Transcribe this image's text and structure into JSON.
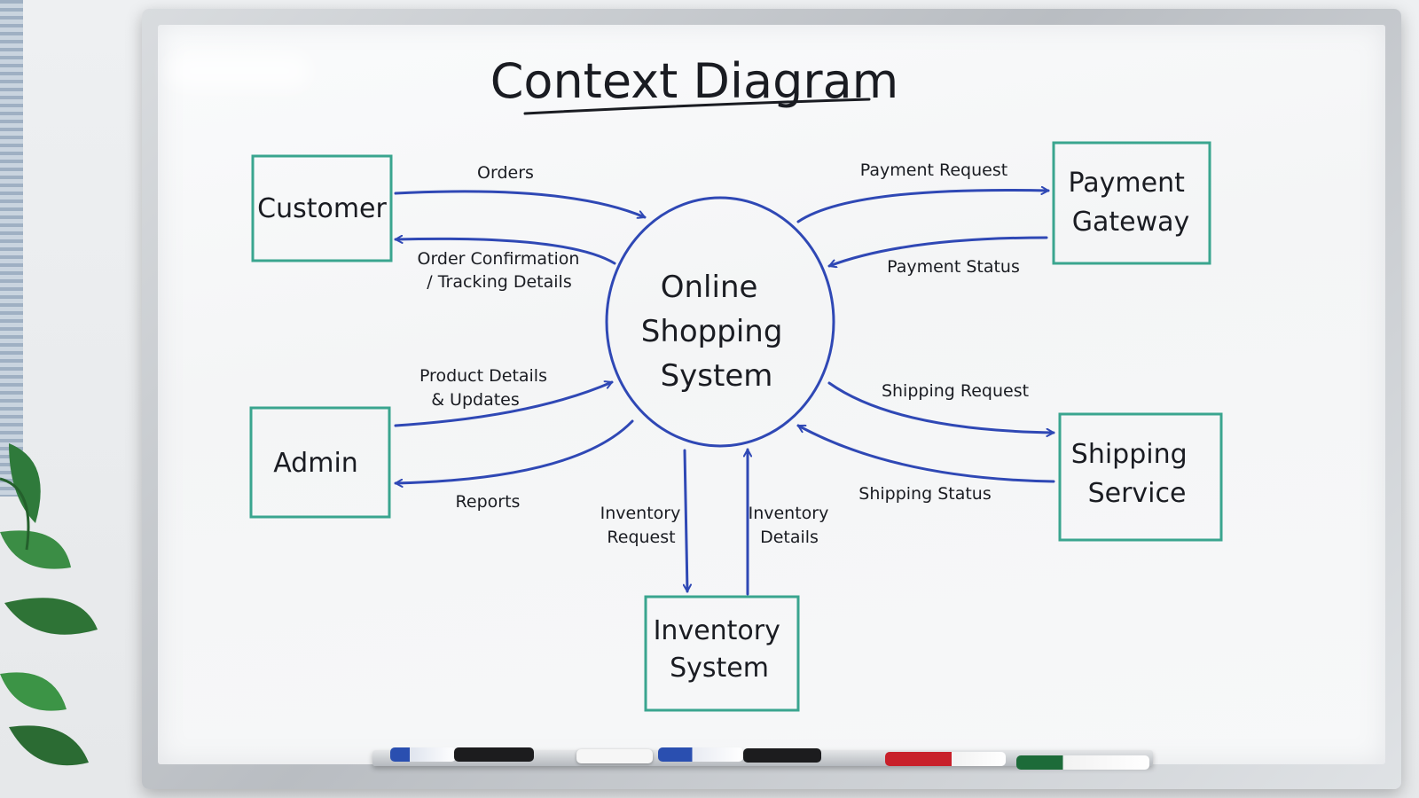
{
  "title": "Context Diagram",
  "center": {
    "lines": [
      "Online",
      "Shopping",
      "System"
    ]
  },
  "entities": {
    "customer": {
      "lines": [
        "Customer"
      ]
    },
    "payment_gateway": {
      "lines": [
        "Payment",
        "Gateway"
      ]
    },
    "admin": {
      "lines": [
        "Admin"
      ]
    },
    "shipping_service": {
      "lines": [
        "Shipping",
        "Service"
      ]
    },
    "inventory_system": {
      "lines": [
        "Inventory",
        "System"
      ]
    }
  },
  "flows": {
    "orders": {
      "lines": [
        "Orders"
      ]
    },
    "order_confirmation": {
      "lines": [
        "Order Confirmation",
        "/ Tracking Details"
      ]
    },
    "payment_request": {
      "lines": [
        "Payment Request"
      ]
    },
    "payment_status": {
      "lines": [
        "Payment Status"
      ]
    },
    "product_details": {
      "lines": [
        "Product Details",
        "& Updates"
      ]
    },
    "reports": {
      "lines": [
        "Reports"
      ]
    },
    "shipping_request": {
      "lines": [
        "Shipping Request"
      ]
    },
    "shipping_status": {
      "lines": [
        "Shipping Status"
      ]
    },
    "inventory_request": {
      "lines": [
        "Inventory",
        "Request"
      ]
    },
    "inventory_details": {
      "lines": [
        "Inventory",
        "Details"
      ]
    }
  },
  "colors": {
    "entity_border": "#3aa58f",
    "arrow": "#2f48b5",
    "ink": "#1a1c22"
  },
  "markers": [
    "blue",
    "black",
    "white",
    "blue",
    "black",
    "red",
    "green"
  ]
}
